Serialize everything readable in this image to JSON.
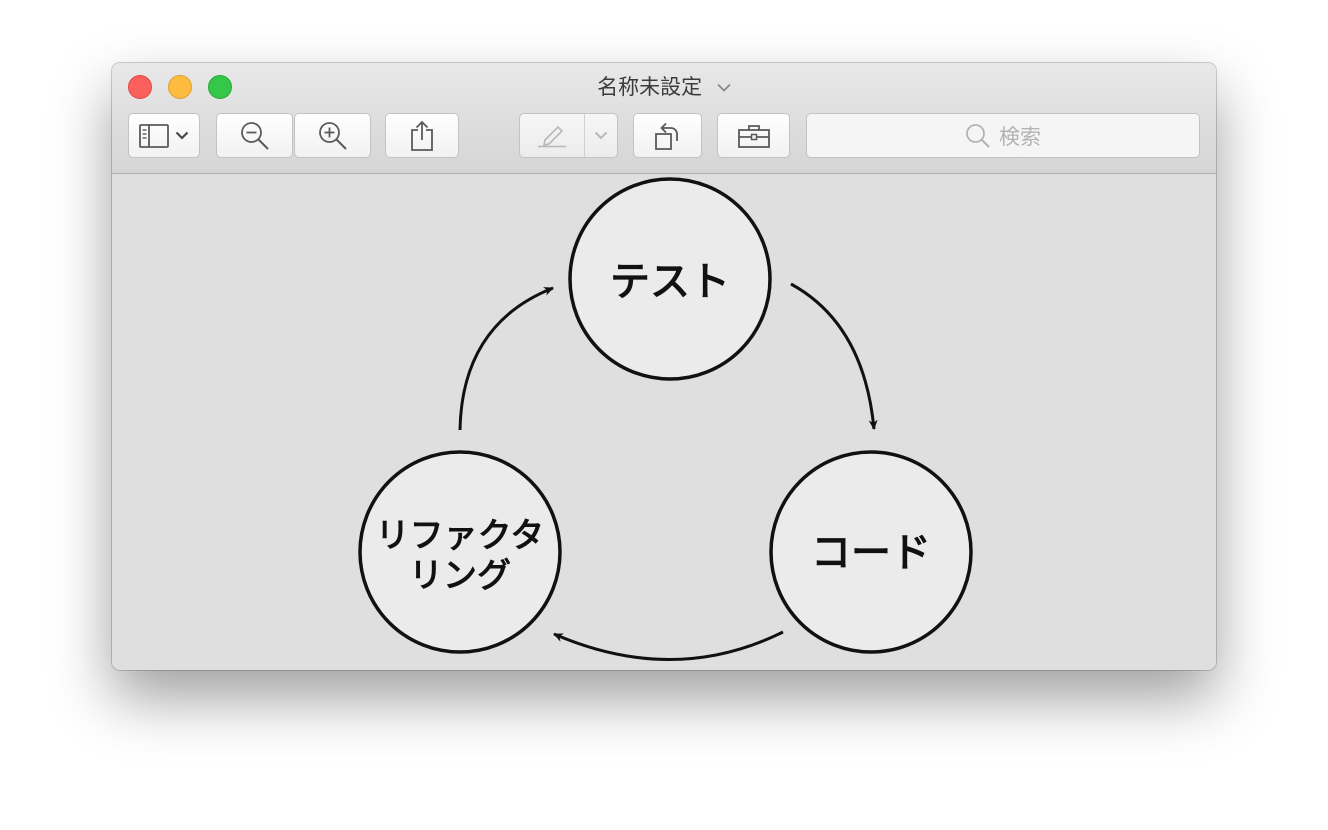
{
  "window": {
    "title": "名称未設定",
    "title_icon": "chevron-down-icon"
  },
  "toolbar": {
    "items": [
      {
        "icon": "sidebar-icon",
        "dropdown": true
      },
      {
        "icon": "zoom-out-icon"
      },
      {
        "icon": "zoom-in-icon"
      },
      {
        "icon": "share-icon"
      },
      {
        "icon": "markup-pen-icon",
        "dropdown": true,
        "enabled": false
      },
      {
        "icon": "rotate-icon"
      },
      {
        "icon": "toolbox-icon"
      }
    ],
    "search_placeholder": "検索"
  },
  "diagram": {
    "nodes": [
      {
        "id": "test",
        "lines": [
          "テスト"
        ]
      },
      {
        "id": "code",
        "lines": [
          "コード"
        ]
      },
      {
        "id": "refactor",
        "lines": [
          "リファクタ",
          "リング"
        ]
      }
    ],
    "edges": [
      {
        "from": "test",
        "to": "code"
      },
      {
        "from": "code",
        "to": "refactor"
      },
      {
        "from": "refactor",
        "to": "test"
      }
    ]
  }
}
